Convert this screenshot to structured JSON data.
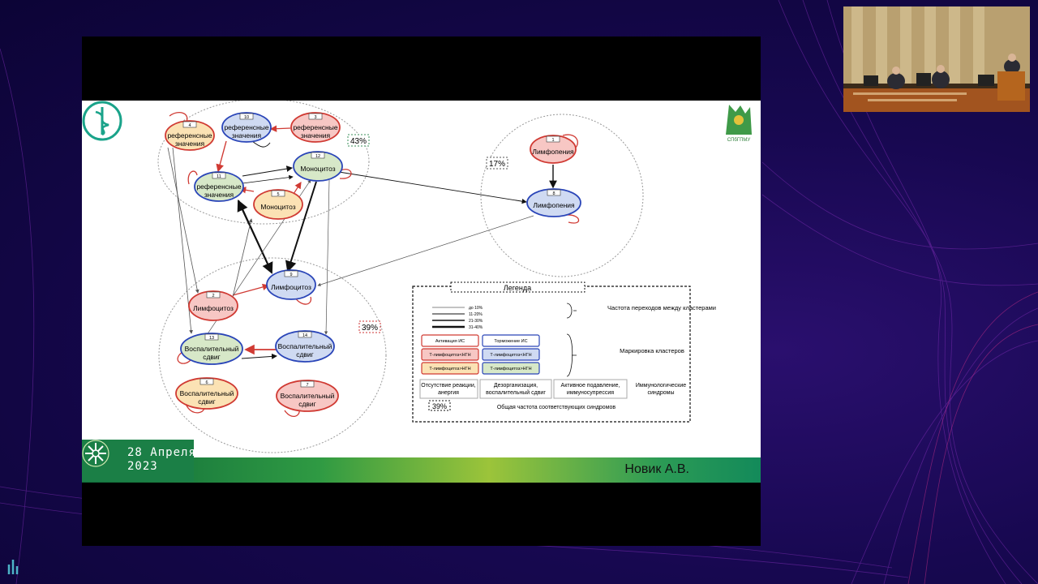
{
  "slide": {
    "date_line1": "28 Апреля",
    "date_line2": "2023",
    "author": "Новик А.В.",
    "small_logo_text": "СПбГПМУ"
  },
  "diagram": {
    "nodes": [
      {
        "id": "n4",
        "num": "4",
        "label": "референсные значения",
        "color": "orange"
      },
      {
        "id": "n10",
        "num": "10",
        "label": "референсные значения",
        "color": "blue"
      },
      {
        "id": "n3",
        "num": "3",
        "label": "референсные значения",
        "color": "red"
      },
      {
        "id": "n11",
        "num": "11",
        "label": "референсные значения",
        "color": "green"
      },
      {
        "id": "n12",
        "num": "12",
        "label": "Моноцитоз",
        "color": "green"
      },
      {
        "id": "n5",
        "num": "5",
        "label": "Моноцитоз",
        "color": "orange"
      },
      {
        "id": "n1",
        "num": "1",
        "label": "Лимфопения",
        "color": "red"
      },
      {
        "id": "n8",
        "num": "8",
        "label": "Лимфопения",
        "color": "blue"
      },
      {
        "id": "n9",
        "num": "9",
        "label": "Лимфоцитоз",
        "color": "blue"
      },
      {
        "id": "n2",
        "num": "2",
        "label": "Лимфоцитоз",
        "color": "red"
      },
      {
        "id": "n13",
        "num": "13",
        "label": "Воспалительный сдвиг",
        "color": "green"
      },
      {
        "id": "n14",
        "num": "14",
        "label": "Воспалительный сдвиг",
        "color": "blue"
      },
      {
        "id": "n6",
        "num": "6",
        "label": "Воспалительный сдвиг",
        "color": "orange"
      },
      {
        "id": "n7",
        "num": "7",
        "label": "Воспалительный сдвиг",
        "color": "red"
      }
    ],
    "cluster_percents": {
      "top_left": "43%",
      "right": "17%",
      "bottom_left": "39%"
    }
  },
  "legend": {
    "title": "Легенда",
    "line_labels": [
      "до 10%",
      "11-20%",
      "21-30%",
      "31-40%"
    ],
    "lines_caption": "Частота переходов между кластерами",
    "cells": {
      "activation": "Активация ИС",
      "inhibition": "Торможение ИС",
      "t_red": "Т-лимфоцитоз<НГН",
      "t_orange": "Т-лимфоцитоз>НГН",
      "t_blue1": "Т-лимфоцитоз<НГН",
      "t_blue2": "Т-лимфоцитоз>НГН"
    },
    "markers_caption": "Маркировка кластеров",
    "syndromes": {
      "absence": "Отсутствие реакции, анергия",
      "disorg": "Дезорганизация, воспалительный сдвиг",
      "active": "Активное подавление, иммуносупрессия",
      "immuno": "Иммунологические синдромы"
    },
    "pct": "39%",
    "pct_caption": "Общая частота соответствующих синдромов"
  },
  "colors": {
    "red_fill": "#f7c7c4",
    "red_stroke": "#d03a33",
    "blue_fill": "#cfdaf2",
    "blue_stroke": "#2a45b8",
    "green_fill": "#d7e8c8",
    "green_stroke": "#2a45b8",
    "orange_fill": "#fbe2b4",
    "orange_stroke": "#d03a33"
  }
}
